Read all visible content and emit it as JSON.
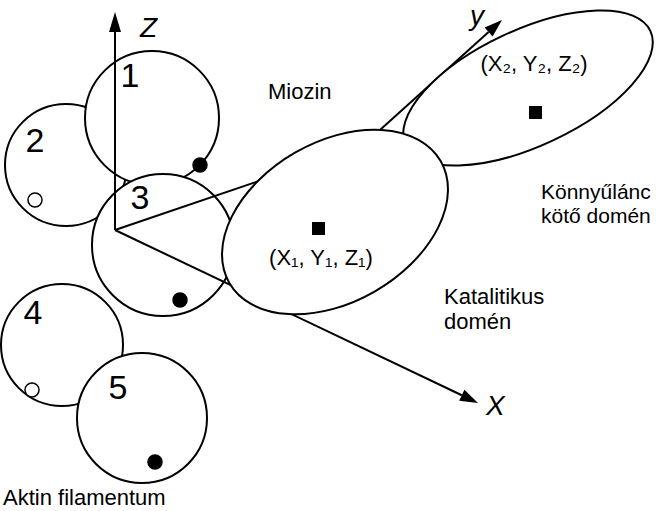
{
  "diagram": {
    "nodes": [
      {
        "text": [
          "1"
        ]
      },
      {
        "text": [
          "2"
        ]
      },
      {
        "text": [
          "3"
        ]
      },
      {
        "text": [
          "4"
        ]
      },
      {
        "text": [
          "5"
        ]
      },
      {
        "text": [
          "(X₁, Y₁, Z₁)"
        ]
      },
      {
        "text": [
          "(X₂, Y₂, Z₂)"
        ]
      }
    ],
    "labels": [
      "Z",
      "y",
      "X",
      "Miozin",
      "Könnyűlánc kötő domén",
      "Katalitikus domén",
      "Aktin filamentum"
    ]
  }
}
